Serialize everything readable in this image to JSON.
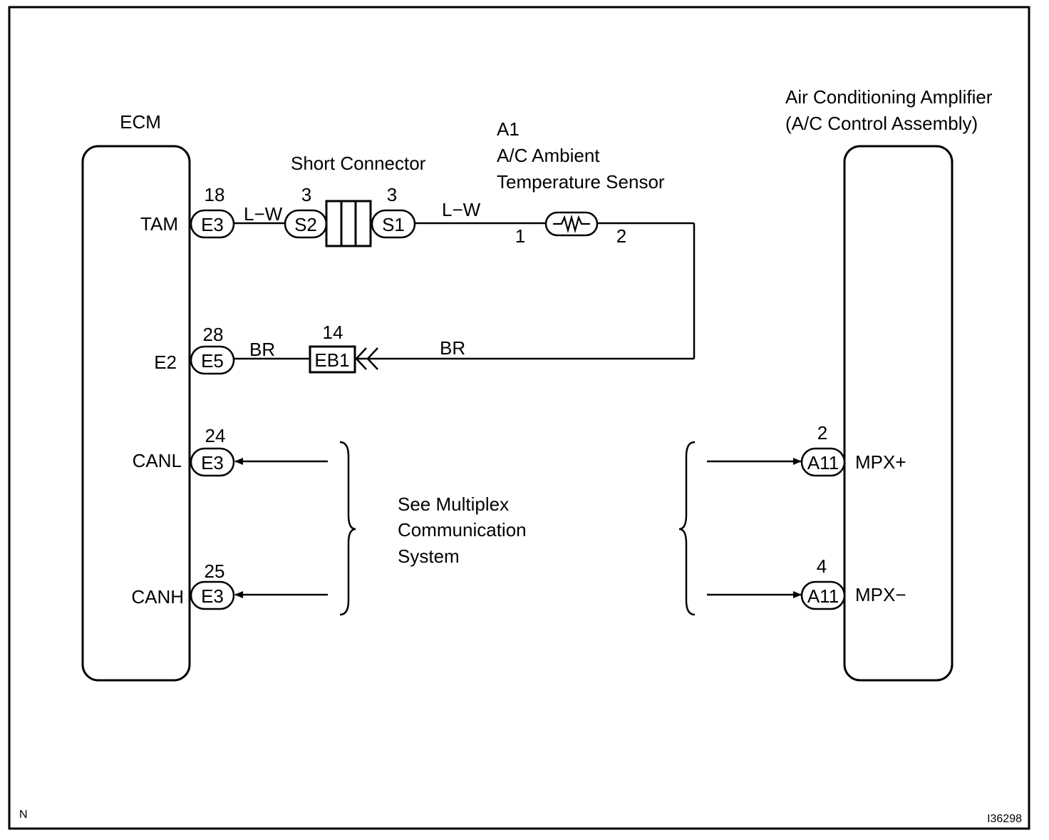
{
  "ecm": {
    "title": "ECM",
    "pins": {
      "tam": "TAM",
      "e2": "E2",
      "canl": "CANL",
      "canh": "CANH"
    }
  },
  "amplifier": {
    "title_line1": "Air Conditioning Amplifier",
    "title_line2": "(A/C Control Assembly)",
    "pins": {
      "mpx_plus": "MPX+",
      "mpx_minus": "MPX−"
    }
  },
  "connectors": {
    "tam": {
      "pin": "18",
      "id": "E3"
    },
    "e2": {
      "pin": "28",
      "id": "E5"
    },
    "canl": {
      "pin": "24",
      "id": "E3"
    },
    "canh": {
      "pin": "25",
      "id": "E3"
    },
    "s2": {
      "pin": "3",
      "id": "S2"
    },
    "s1": {
      "pin": "3",
      "id": "S1"
    },
    "eb1": {
      "pin": "14",
      "id": "EB1"
    },
    "mpx_plus": {
      "pin": "2",
      "id": "A11"
    },
    "mpx_minus": {
      "pin": "4",
      "id": "A11"
    }
  },
  "short_connector": {
    "label": "Short Connector"
  },
  "sensor": {
    "id": "A1",
    "name_line1": "A/C Ambient",
    "name_line2": "Temperature Sensor",
    "pin1": "1",
    "pin2": "2"
  },
  "wires": {
    "tam_left": "L−W",
    "tam_right": "L−W",
    "e2_left": "BR",
    "e2_right": "BR"
  },
  "note": {
    "line1": "See Multiplex",
    "line2": "Communication",
    "line3": "System"
  },
  "footer": {
    "corner_left": "N",
    "figure_id": "I36298"
  }
}
